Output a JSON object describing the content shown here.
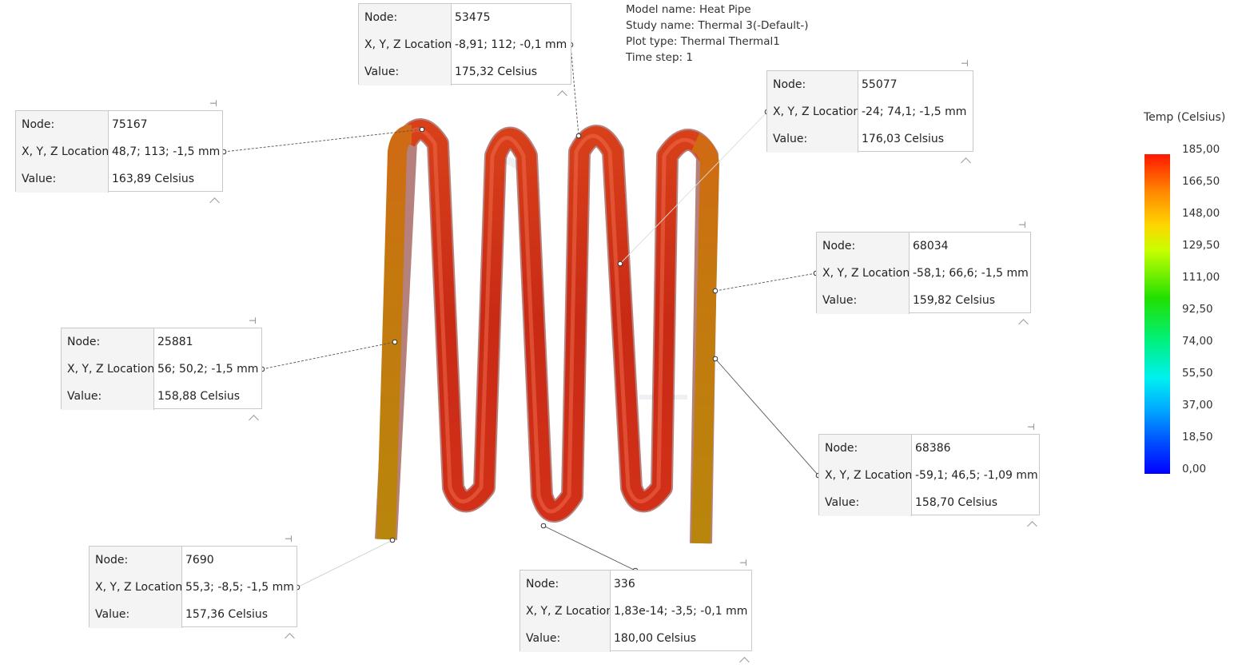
{
  "info": {
    "model": "Model name: Heat Pipe",
    "study": "Study name: Thermal 3(-Default-)",
    "plot": "Plot type: Thermal Thermal1",
    "step": "Time step: 1"
  },
  "labels": {
    "node": "Node:",
    "location": "X, Y, Z Location:",
    "value": "Value:"
  },
  "probes": [
    {
      "node": "53475",
      "location": "-8,91; 112; -0,1 mm",
      "value": "175,32 Celsius"
    },
    {
      "node": "75167",
      "location": "48,7; 113; -1,5 mm",
      "value": "163,89 Celsius"
    },
    {
      "node": "55077",
      "location": "-24; 74,1; -1,5 mm",
      "value": "176,03 Celsius"
    },
    {
      "node": "68034",
      "location": "-58,1; 66,6; -1,5 mm",
      "value": "159,82 Celsius"
    },
    {
      "node": "25881",
      "location": "56; 50,2; -1,5 mm",
      "value": "158,88 Celsius"
    },
    {
      "node": "68386",
      "location": "-59,1; 46,5; -1,09 mm",
      "value": "158,70 Celsius"
    },
    {
      "node": "7690",
      "location": "55,3; -8,5; -1,5 mm",
      "value": "157,36 Celsius"
    },
    {
      "node": "336",
      "location": "1,83e-14; -3,5; -0,1 mm",
      "value": "180,00 Celsius"
    }
  ],
  "legend": {
    "title": "Temp (Celsius)",
    "ticks": [
      "185,00",
      "166,50",
      "148,00",
      "129,50",
      "111,00",
      "92,50",
      "74,00",
      "55,50",
      "37,00",
      "18,50",
      "0,00"
    ]
  },
  "icons": {
    "pin": "pushpin-icon",
    "collapse": "chevron-up-icon"
  },
  "colors": {
    "hot": "#d82a1a",
    "warm": "#c66a10",
    "leg": "#b8820c"
  }
}
